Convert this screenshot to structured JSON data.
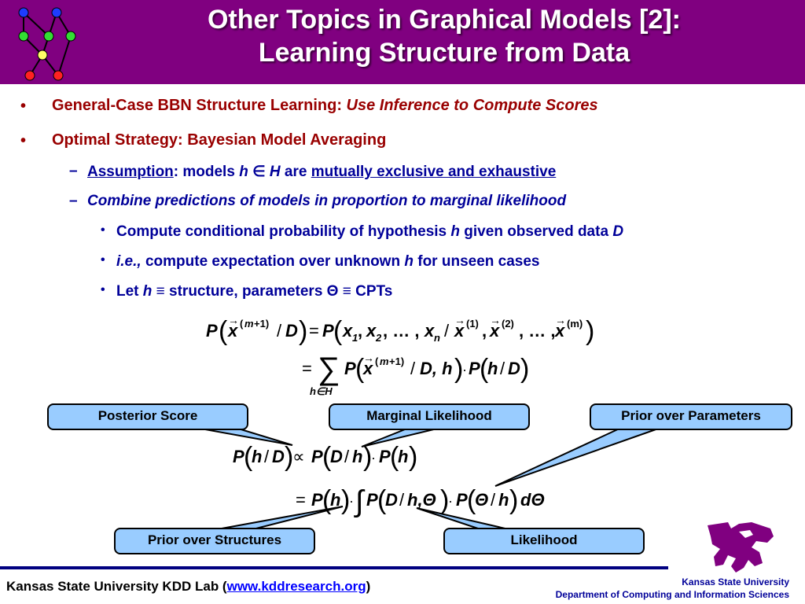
{
  "slide": {
    "title_line1": "Other Topics in Graphical Models [2]:",
    "title_line2": "Learning Structure from Data"
  },
  "bullets": {
    "b1_prefix": "General-Case BBN Structure Learning: ",
    "b1_italic": "Use Inference to Compute Scores",
    "b2": "Optimal Strategy: Bayesian Model Averaging",
    "sub1_assumption": "Assumption",
    "sub1_mid1": ": models ",
    "sub1_h": "h",
    "sub1_in": " ∈ ",
    "sub1_H": "H",
    "sub1_are": " are ",
    "sub1_me": "mutually exclusive and exhaustive",
    "sub2": "Combine predictions of models in proportion to marginal likelihood",
    "sub2a_pre": "Compute conditional probability of hypothesis ",
    "sub2a_h": "h",
    "sub2a_mid": " given observed data ",
    "sub2a_D": "D",
    "sub2b_ie": "i.e.,",
    "sub2b_rest": " compute expectation over unknown ",
    "sub2b_h": "h",
    "sub2b_end": " for unseen cases",
    "sub2c_let": "Let ",
    "sub2c_h": "h",
    "sub2c_rest": " ≡ structure, parameters Θ ≡ CPTs"
  },
  "callouts": {
    "posterior": "Posterior Score",
    "marginal": "Marginal Likelihood",
    "prior_params": "Prior over Parameters",
    "prior_struct": "Prior over Structures",
    "likelihood": "Likelihood"
  },
  "footer": {
    "lab_prefix": "Kansas State University KDD Lab (",
    "lab_link": "www.kddresearch.org",
    "lab_suffix": ")",
    "univ": "Kansas State University",
    "dept": "Department of Computing and Information Sciences"
  },
  "colors": {
    "header_bg": "#800080",
    "bullet_red": "#990000",
    "bullet_blue": "#000099",
    "callout_fill": "#99ccff"
  }
}
